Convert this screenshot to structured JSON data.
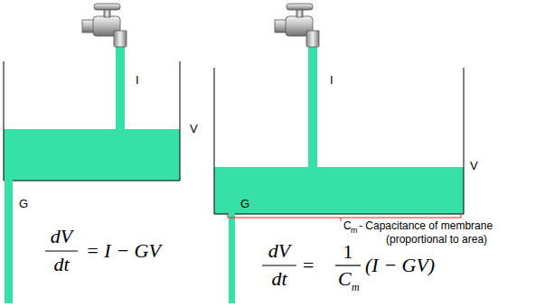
{
  "diagram": {
    "labels": [
      "I",
      "V",
      "G",
      "dV",
      "dt",
      "= I − GV",
      "I",
      "V",
      "G",
      "C",
      "m",
      "- Capacitance of membrane",
      "(proportional to area)",
      "dV",
      "dt",
      "=",
      "1",
      "C",
      "m",
      "(I − GV)"
    ]
  }
}
